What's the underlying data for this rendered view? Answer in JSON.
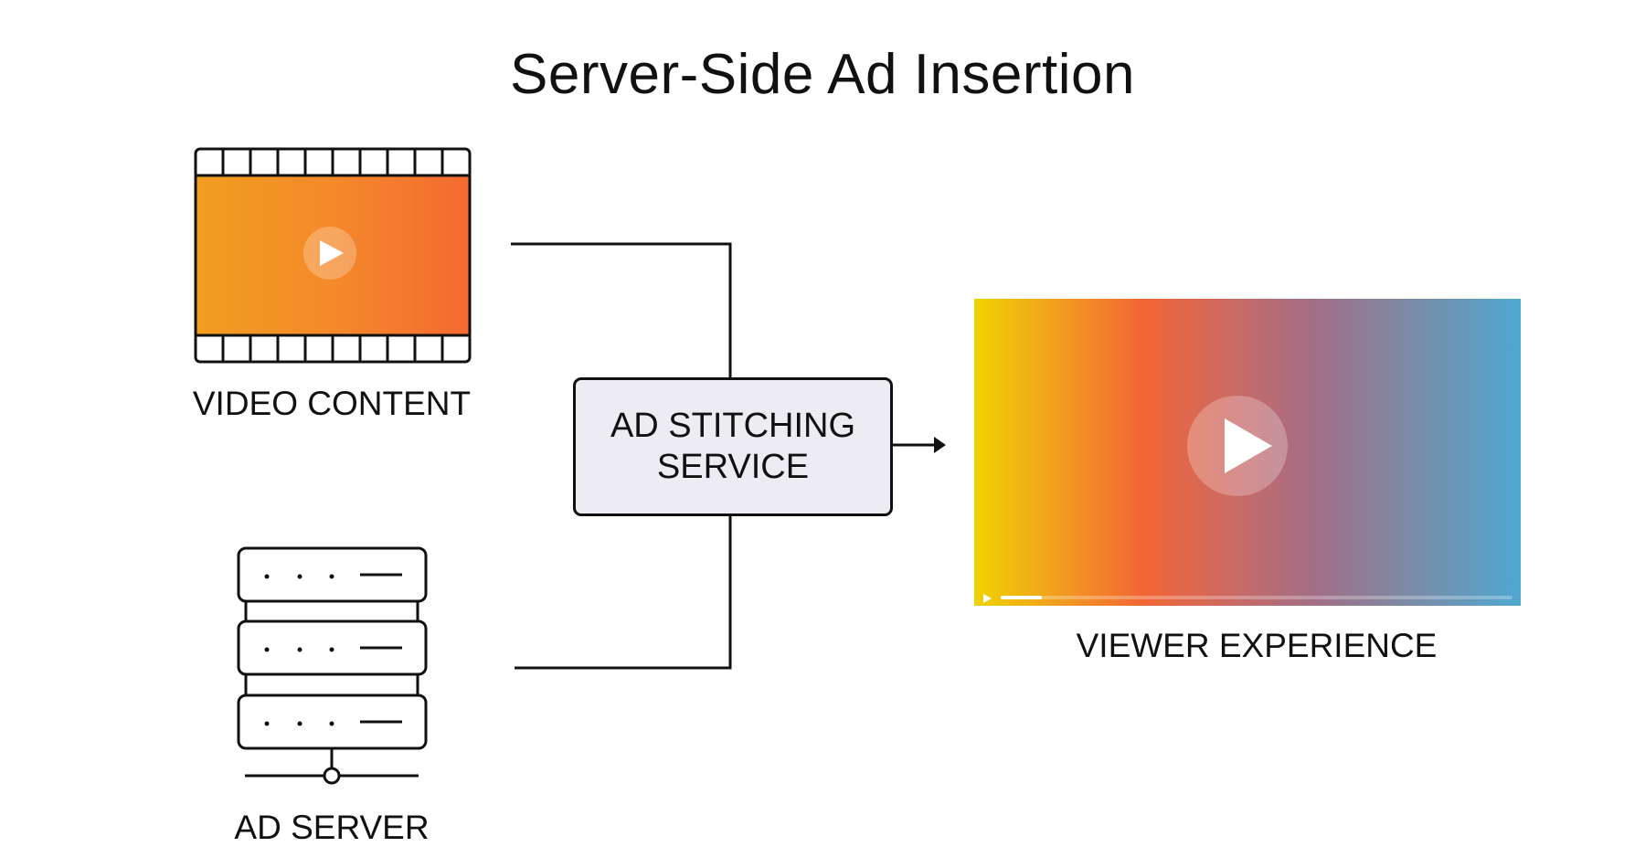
{
  "title": "Server-Side Ad Insertion",
  "nodes": {
    "video_content": {
      "label": "VIDEO CONTENT",
      "icon": "film-strip-icon",
      "play_icon": "play-icon"
    },
    "ad_server": {
      "label": "AD SERVER",
      "icon": "server-rack-icon"
    },
    "stitching_service": {
      "label_line1": "AD STITCHING",
      "label_line2": "SERVICE"
    },
    "viewer_experience": {
      "label": "VIEWER EXPERIENCE",
      "icon": "video-player-icon",
      "play_icon": "play-icon",
      "progress": 0.08
    }
  },
  "edges": [
    {
      "from": "video_content",
      "to": "stitching_service"
    },
    {
      "from": "ad_server",
      "to": "stitching_service"
    },
    {
      "from": "stitching_service",
      "to": "viewer_experience",
      "arrow": true
    }
  ],
  "colors": {
    "film_gradient_start": "#F19E1F",
    "film_gradient_end": "#F46A31",
    "box_fill": "#ECECF2",
    "stroke": "#111111",
    "player_gradient": [
      "#EFD300",
      "#F26535",
      "#A36E85",
      "#4FA8D1"
    ]
  }
}
